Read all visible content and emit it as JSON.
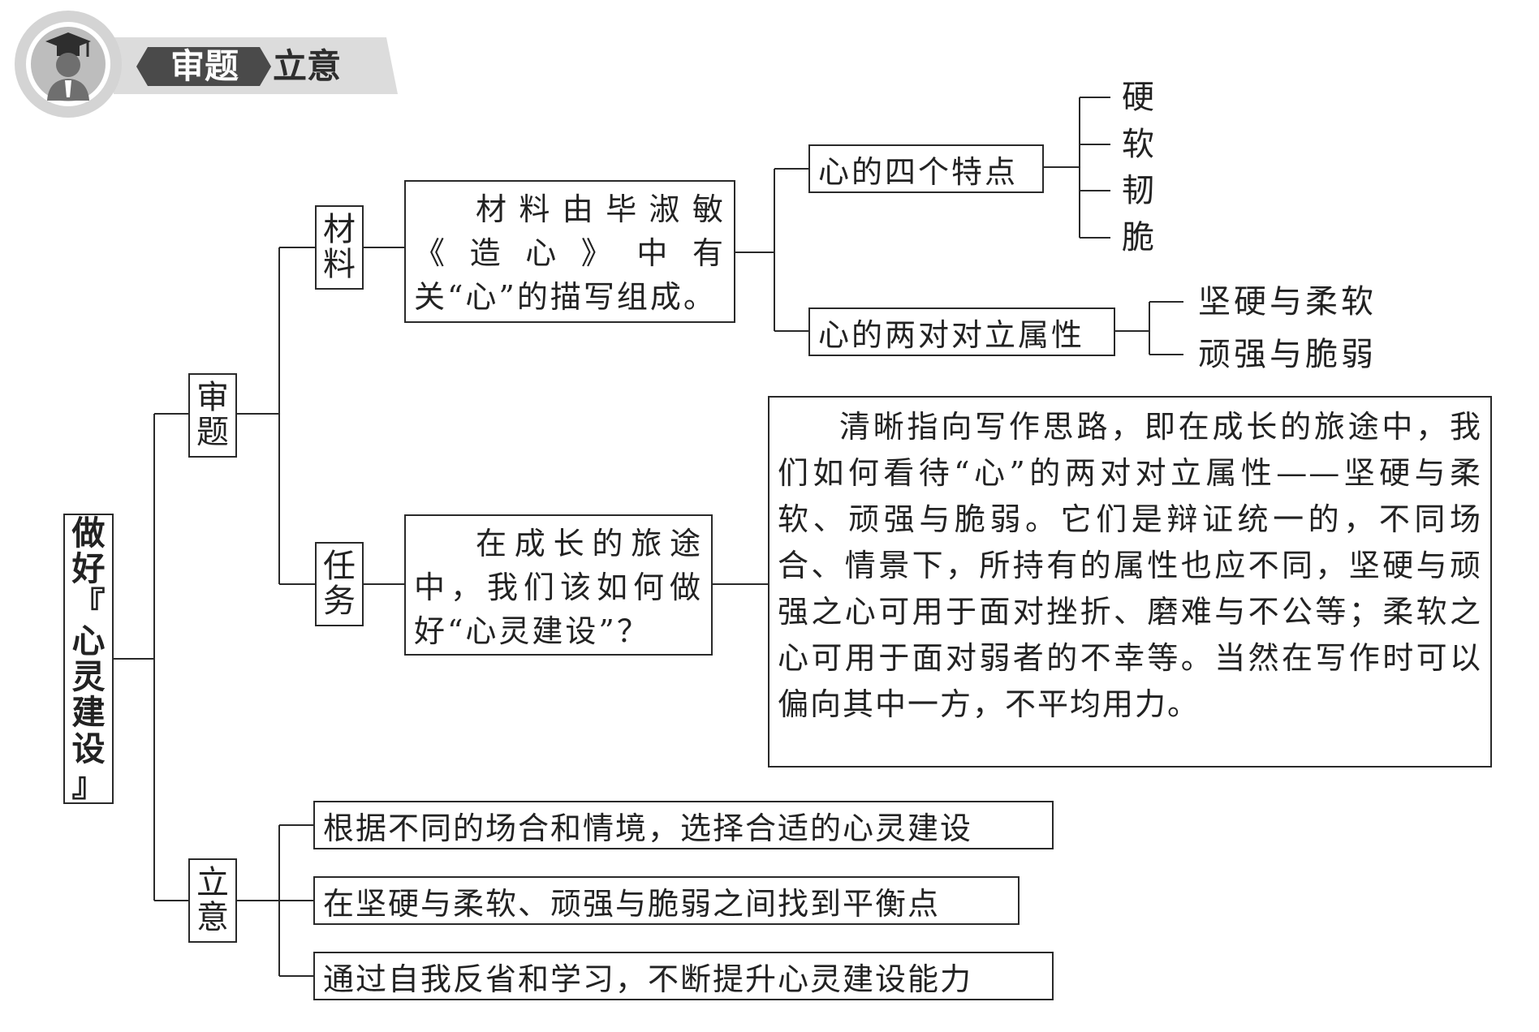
{
  "header": {
    "tag": "审题",
    "title": "立意"
  },
  "root": [
    "做",
    "好",
    "『",
    "心",
    "灵",
    "建",
    "设",
    "』"
  ],
  "shenti": [
    "审",
    "题"
  ],
  "cailiao": [
    "材",
    "料"
  ],
  "renwu": [
    "任",
    "务"
  ],
  "liyi": [
    "立",
    "意"
  ],
  "material_text": "材料由毕淑敏《造心》中有关“心”的描写组成。",
  "task_text": "在成长的旅途中，我们该如何做好“心灵建设”？",
  "four_traits": {
    "label": "心的四个特点",
    "items": [
      "硬",
      "软",
      "韧",
      "脆"
    ]
  },
  "opposites": {
    "label": "心的两对对立属性",
    "items": [
      "坚硬与柔软",
      "顽强与脆弱"
    ]
  },
  "analysis_text": "清晰指向写作思路，即在成长的旅途中，我们如何看待“心”的两对对立属性——坚硬与柔软、顽强与脆弱。它们是辩证统一的，不同场合、情景下，所持有的属性也应不同，坚硬与顽强之心可用于面对挫折、磨难与不公等；柔软之心可用于面对弱者的不幸等。当然在写作时可以偏向其中一方，不平均用力。",
  "conclusions": [
    "根据不同的场合和情境，选择合适的心灵建设",
    "在坚硬与柔软、顽强与脆弱之间找到平衡点",
    "通过自我反省和学习，不断提升心灵建设能力"
  ]
}
